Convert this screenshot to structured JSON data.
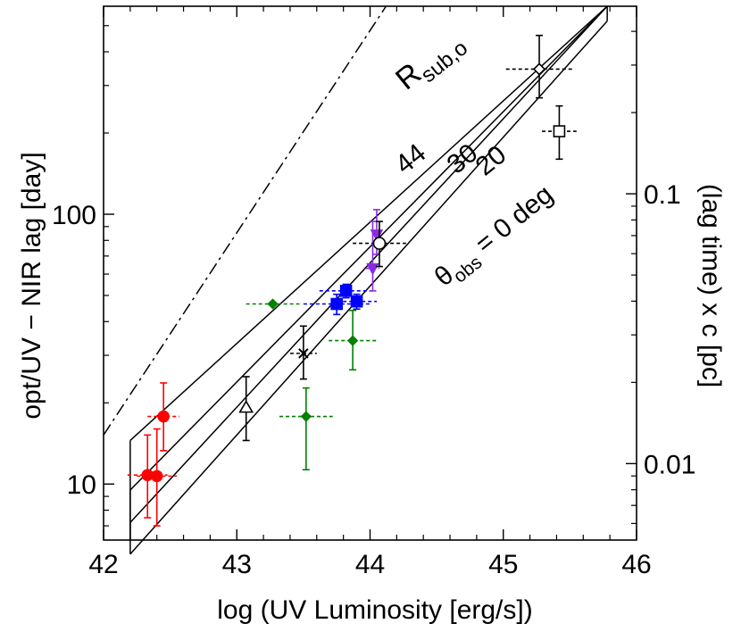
{
  "chart_data": {
    "type": "scatter",
    "xlabel": "log (UV Luminosity [erg/s])",
    "ylabel": "opt/UV − NIR lag [day]",
    "ylabel_right": "(lag time) x c [pc]",
    "xlim": [
      42,
      46
    ],
    "ylim": [
      6.2,
      590
    ],
    "yscale": "log",
    "x_ticks": [
      "42",
      "43",
      "44",
      "45",
      "46"
    ],
    "y_ticks": [
      {
        "value": 10,
        "label": "10"
      },
      {
        "value": 100,
        "label": "100"
      }
    ],
    "y2_ticks": [
      {
        "value": 0.01,
        "label": "0.01"
      },
      {
        "value": 0.1,
        "label": "0.1"
      }
    ],
    "annotations": {
      "rsub": {
        "main": "R",
        "sub": "sub,o"
      },
      "theta": {
        "main": "θ",
        "sub": "obs",
        "rest": " = 0 deg"
      },
      "angle_44": "44",
      "angle_30": "30",
      "angle_20": "20"
    },
    "model_lines": [
      {
        "id": "rsub",
        "style": "dashdot",
        "x": [
          42.0,
          44.12
        ],
        "y": [
          15.2,
          590
        ]
      },
      {
        "id": "44",
        "style": "solid",
        "x": [
          42.2,
          45.78
        ],
        "y": [
          14.5,
          590
        ]
      },
      {
        "id": "30",
        "style": "solid",
        "x": [
          42.2,
          45.78
        ],
        "y": [
          9.5,
          590
        ]
      },
      {
        "id": "20",
        "style": "solid",
        "x": [
          42.2,
          45.78
        ],
        "y": [
          7.2,
          590
        ]
      },
      {
        "id": "0",
        "style": "solid",
        "x": [
          42.2,
          45.78
        ],
        "y": [
          5.5,
          520
        ]
      }
    ],
    "series": [
      {
        "color": "#ff0000",
        "marker": "circle",
        "filled": true,
        "points": [
          {
            "x": 42.33,
            "y": 10.8,
            "xerr": 0.15,
            "ylo": 7.5,
            "yhi": 15.2
          },
          {
            "x": 42.4,
            "y": 10.7,
            "xerr": 0.15,
            "ylo": 7.0,
            "yhi": 16.0
          },
          {
            "x": 42.45,
            "y": 17.8,
            "xerr": 0.12,
            "ylo": 13.3,
            "yhi": 23.7
          }
        ]
      },
      {
        "color": "#000000",
        "marker": "triangle",
        "filled": false,
        "points": [
          {
            "x": 43.07,
            "y": 19.2,
            "xerr": 0,
            "ylo": 14.5,
            "yhi": 25.0
          }
        ]
      },
      {
        "color": "#000000",
        "marker": "cross",
        "filled": false,
        "points": [
          {
            "x": 43.5,
            "y": 30.5,
            "xerr": 0.1,
            "ylo": 24.5,
            "yhi": 38.5
          }
        ]
      },
      {
        "color": "#008000",
        "marker": "diamond",
        "filled": true,
        "points": [
          {
            "x": 43.27,
            "y": 46.5,
            "xerr": 0.2,
            "ylo": 46.5,
            "yhi": 46.5
          },
          {
            "x": 43.52,
            "y": 17.8,
            "xerr": 0.2,
            "ylo": 11.3,
            "yhi": 22.7
          },
          {
            "x": 43.87,
            "y": 34.0,
            "xerr": 0.18,
            "ylo": 26.5,
            "yhi": 44.0
          }
        ]
      },
      {
        "color": "#0000ff",
        "marker": "square",
        "filled": true,
        "points": [
          {
            "x": 43.75,
            "y": 46.5,
            "xerr": 0.25,
            "ylo": 42.5,
            "yhi": 50.5
          },
          {
            "x": 43.82,
            "y": 52.0,
            "xerr": 0.2,
            "ylo": 49.0,
            "yhi": 55.0
          },
          {
            "x": 43.9,
            "y": 47.5,
            "xerr": 0.15,
            "ylo": 44.5,
            "yhi": 50.5
          }
        ]
      },
      {
        "color": "#8a2be2",
        "marker": "triangle-down",
        "filled": true,
        "points": [
          {
            "x": 44.02,
            "y": 63.0,
            "xerr": 0.05,
            "ylo": 52.0,
            "yhi": 94.0
          },
          {
            "x": 44.05,
            "y": 84.0,
            "xerr": 0,
            "ylo": 71.0,
            "yhi": 104.0
          }
        ]
      },
      {
        "color": "#000000",
        "marker": "circle",
        "filled": false,
        "points": [
          {
            "x": 44.07,
            "y": 78.0,
            "xerr": 0.2,
            "ylo": 64.0,
            "yhi": 94.0
          }
        ]
      },
      {
        "color": "#000000",
        "marker": "diamond",
        "filled": false,
        "points": [
          {
            "x": 45.27,
            "y": 345.0,
            "xerr": 0.25,
            "ylo": 270.0,
            "yhi": 460.0
          }
        ]
      },
      {
        "color": "#000000",
        "marker": "square",
        "filled": false,
        "points": [
          {
            "x": 45.42,
            "y": 203.0,
            "xerr": 0.13,
            "ylo": 160.0,
            "yhi": 252.0
          }
        ]
      }
    ]
  }
}
